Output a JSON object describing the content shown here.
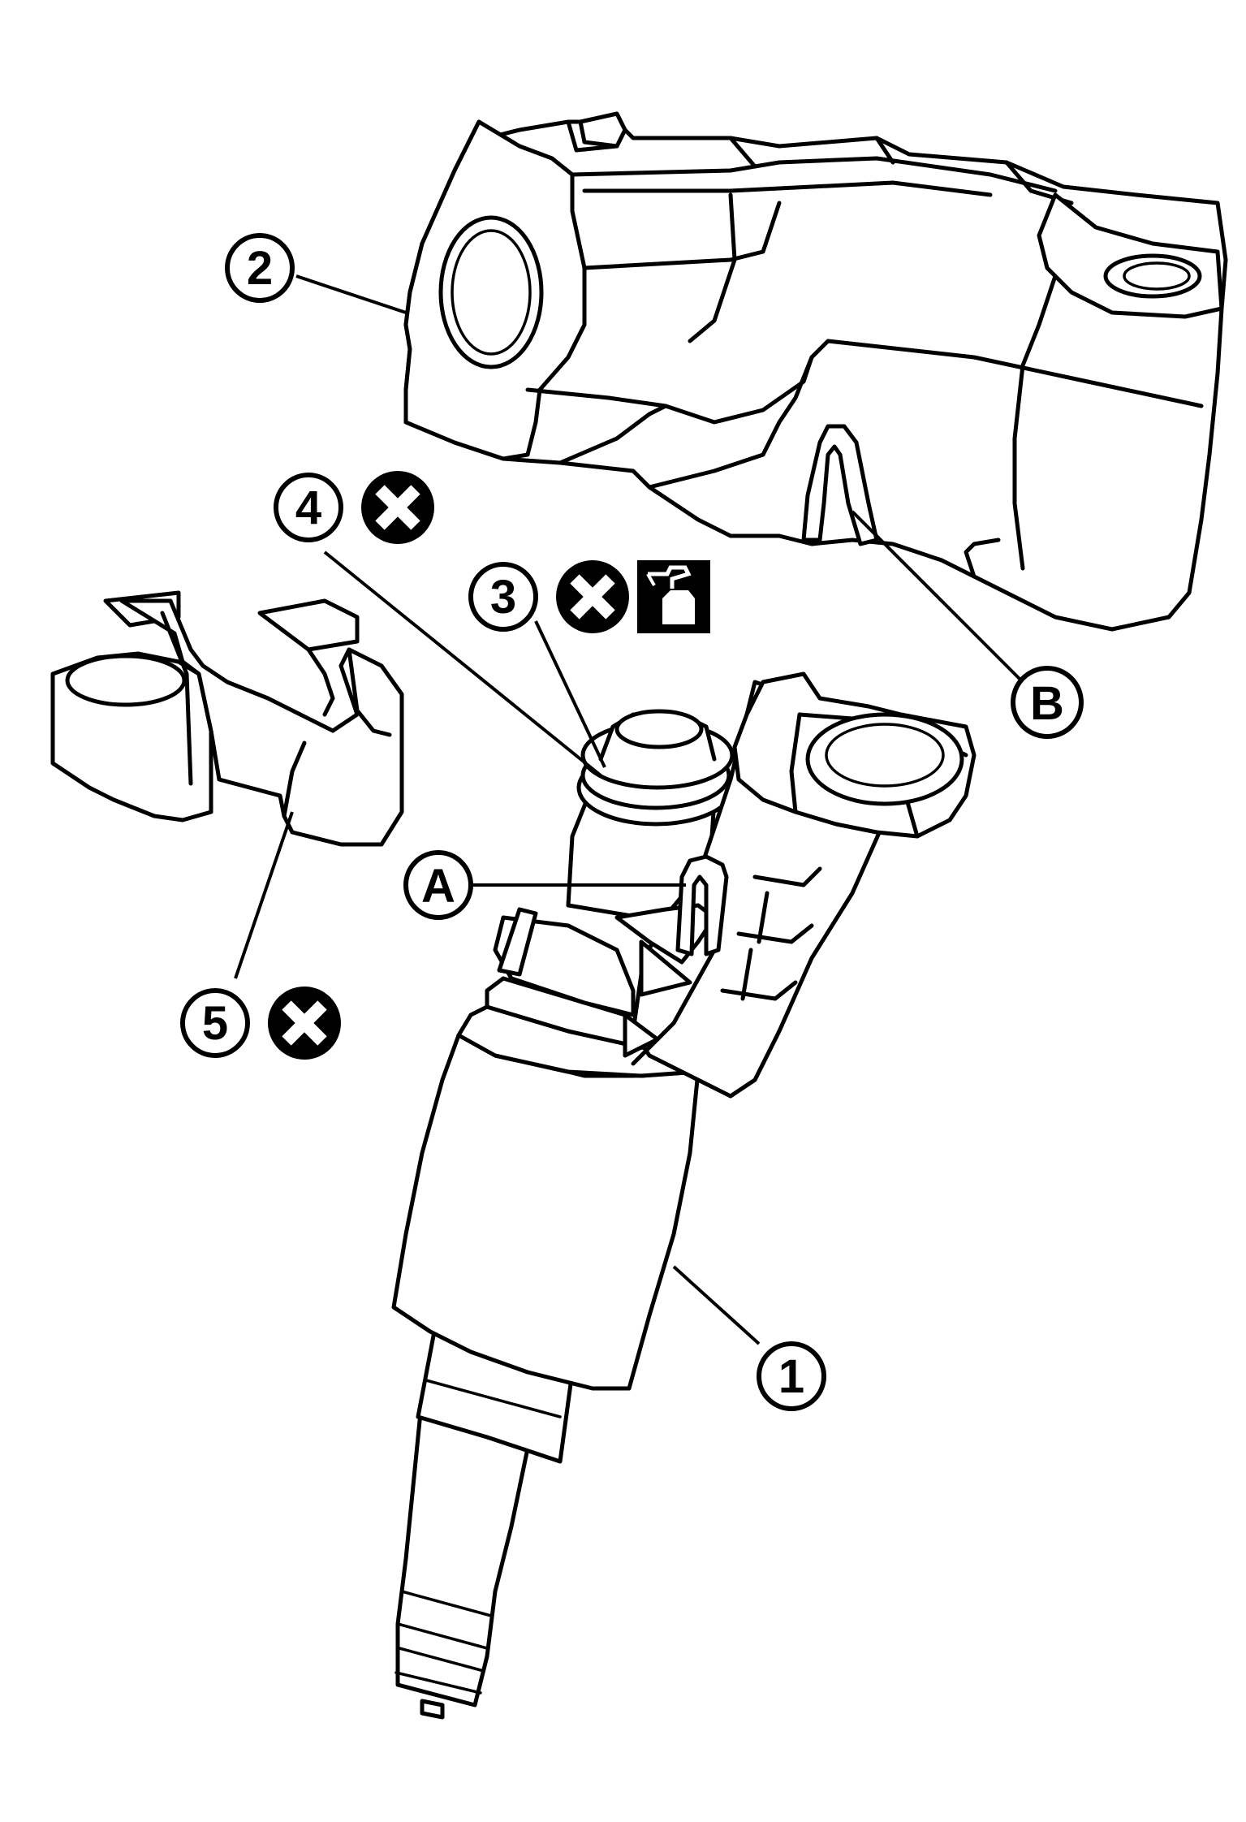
{
  "callouts": {
    "c1": "1",
    "c2": "2",
    "c3": "3",
    "c4": "4",
    "c5": "5",
    "cA": "A",
    "cB": "B"
  },
  "symbols": {
    "do_not_reuse": "do-not-reuse-icon",
    "lubricate": "oil-can-icon"
  },
  "colors": {
    "line": "#000000",
    "background": "#ffffff"
  }
}
